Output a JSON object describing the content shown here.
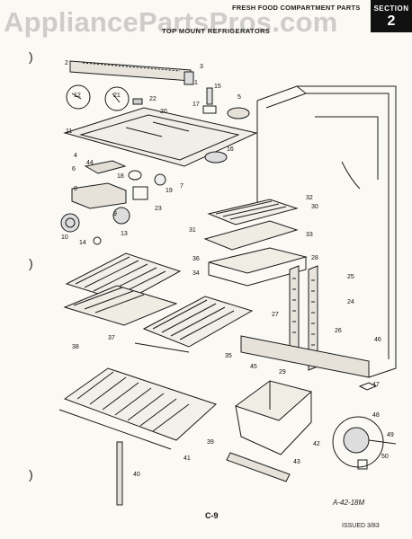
{
  "header": {
    "watermark": "AppliancePartsPros.com",
    "title": "FRESH FOOD COMPARTMENT PARTS",
    "subtitle": "TOP MOUNT REFRIGERATORS",
    "section_label": "SECTION",
    "section_number": "2"
  },
  "footer": {
    "page": "C-9",
    "drawing_code": "A-42-18M",
    "issued": "ISSUED 3/83"
  },
  "binder_marks": [
    ")",
    ")",
    ")"
  ],
  "callouts": [
    "1",
    "2",
    "3",
    "4",
    "5",
    "6",
    "7",
    "8",
    "9",
    "10",
    "11",
    "12",
    "13",
    "14",
    "15",
    "16",
    "17",
    "18",
    "19",
    "20",
    "21",
    "22",
    "23",
    "24",
    "25",
    "26",
    "27",
    "28",
    "29",
    "30",
    "31",
    "32",
    "33",
    "34",
    "35",
    "36",
    "37",
    "38",
    "39",
    "40",
    "41",
    "42",
    "43",
    "44",
    "45",
    "46",
    "47",
    "48",
    "49",
    "50"
  ],
  "colors": {
    "ink": "#1a1a1a",
    "paper": "#fbf9f4",
    "section_bg": "#111111"
  }
}
